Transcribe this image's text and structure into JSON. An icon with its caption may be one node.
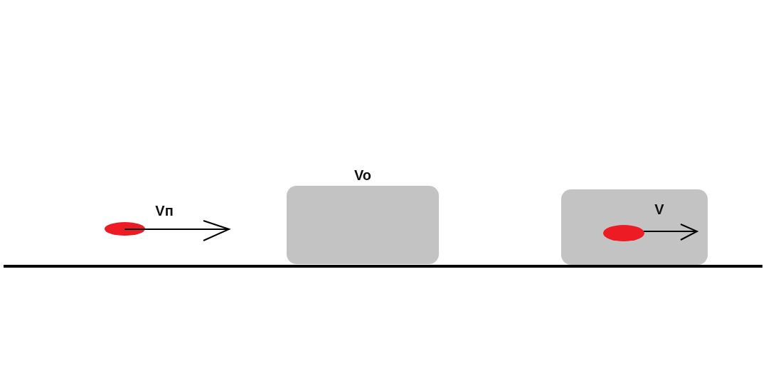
{
  "diagram": {
    "nodes": [
      {
        "text": [],
        "shape": "ellipse"
      },
      {
        "text": [
          "Vo"
        ]
      },
      {
        "text": [],
        "shape": "box"
      },
      {
        "text": [],
        "shape": "ellipse",
        "in": 2
      }
    ],
    "labels": [
      "Vп",
      "V"
    ]
  }
}
